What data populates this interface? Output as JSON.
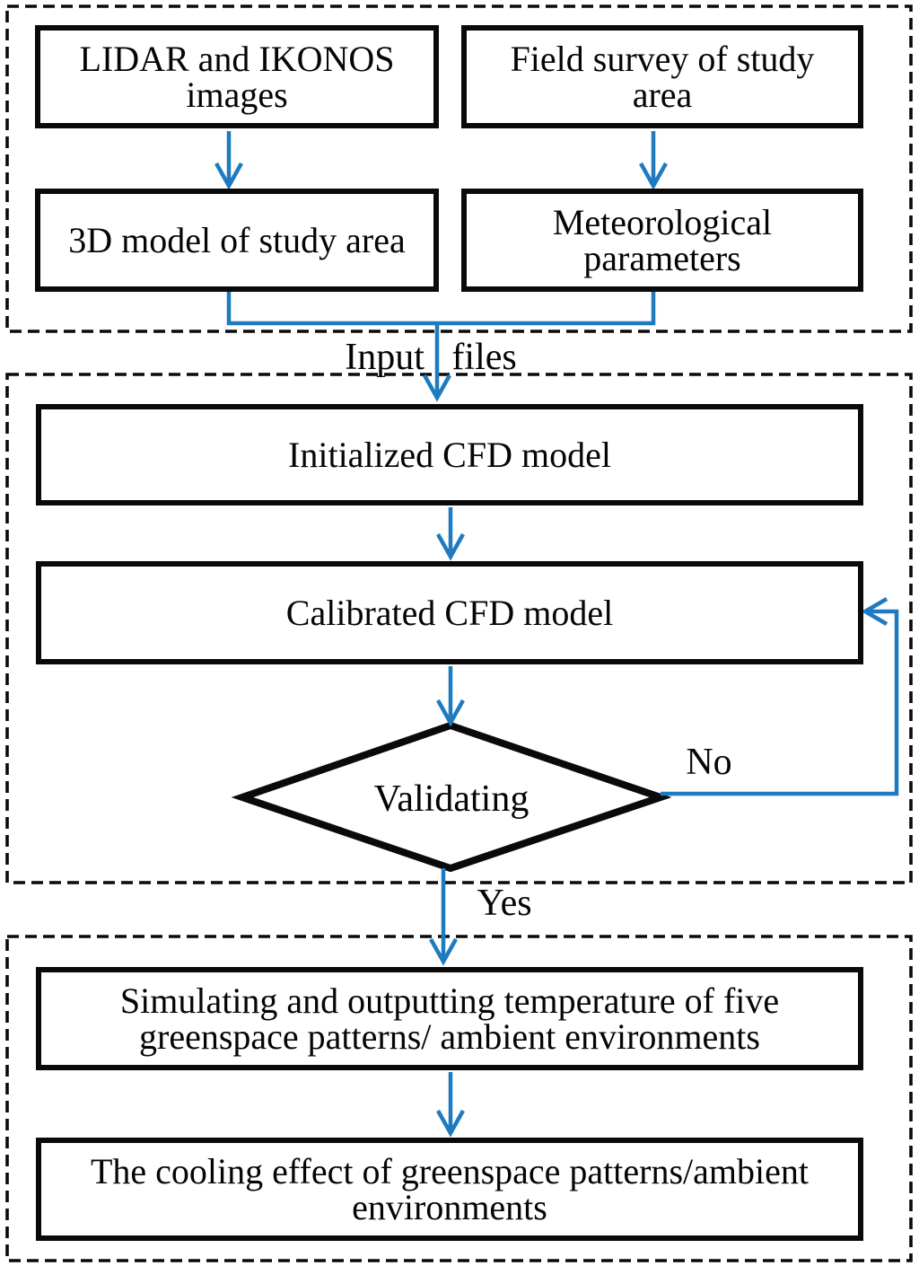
{
  "colors": {
    "arrow_blue": "#1E7BBF",
    "border_black": "#0a0a0a"
  },
  "boxes": {
    "lidar": {
      "lines": [
        "LIDAR and IKONOS",
        "images"
      ]
    },
    "field_survey": {
      "lines": [
        "Field survey of study",
        "area"
      ]
    },
    "model_3d": {
      "lines": [
        "3D model of study area"
      ]
    },
    "meteorological": {
      "lines": [
        "Meteorological",
        "parameters"
      ]
    },
    "initialized": {
      "lines": [
        "Initialized CFD model"
      ]
    },
    "calibrated": {
      "lines": [
        "Calibrated CFD model"
      ]
    },
    "simulating": {
      "lines": [
        "Simulating and outputting temperature of five",
        "greenspace patterns/ ambient environments"
      ]
    },
    "cooling": {
      "lines": [
        "The cooling effect of greenspace patterns/ambient",
        "environments"
      ]
    }
  },
  "decision": {
    "label": "Validating"
  },
  "labels": {
    "input_files": "Input files",
    "no": "No",
    "yes": "Yes"
  }
}
